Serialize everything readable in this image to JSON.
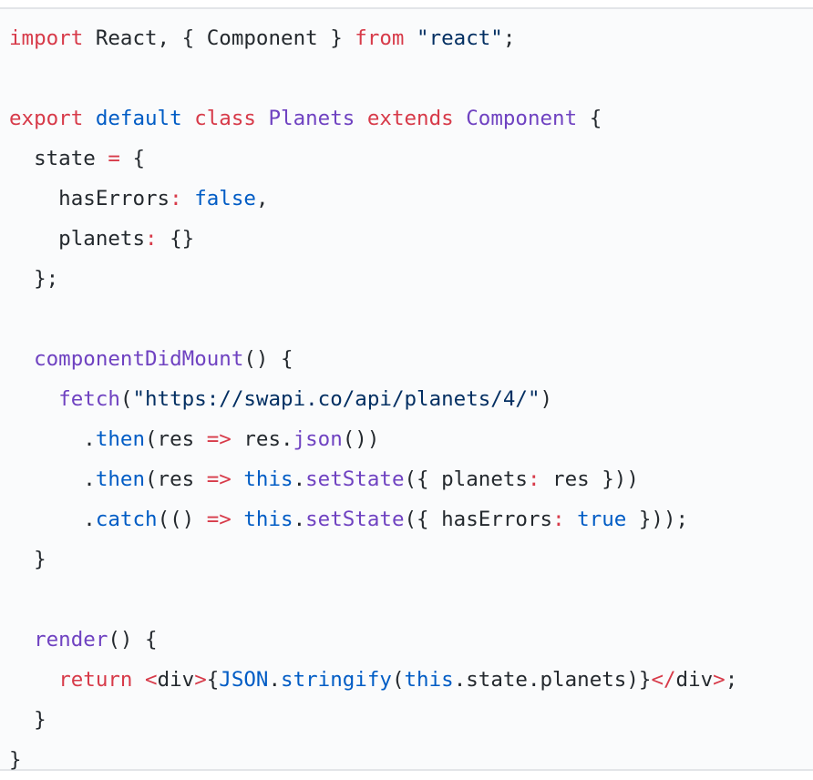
{
  "colors": {
    "background": "#fafbfc",
    "border": "#e3e5e8",
    "text": "#24292e",
    "keyword": "#d73a49",
    "builtin": "#005cc5",
    "function": "#6f42c1",
    "string": "#032f62"
  },
  "code": {
    "lines": [
      [
        {
          "t": "import",
          "k": "keyword"
        },
        {
          "t": " React, { Component } ",
          "k": "plain"
        },
        {
          "t": "from",
          "k": "keyword"
        },
        {
          "t": " ",
          "k": "plain"
        },
        {
          "t": "\"react\"",
          "k": "string"
        },
        {
          "t": ";",
          "k": "plain"
        }
      ],
      [],
      [
        {
          "t": "export",
          "k": "keyword"
        },
        {
          "t": " ",
          "k": "plain"
        },
        {
          "t": "default",
          "k": "def"
        },
        {
          "t": " ",
          "k": "plain"
        },
        {
          "t": "class",
          "k": "keyword"
        },
        {
          "t": " ",
          "k": "plain"
        },
        {
          "t": "Planets",
          "k": "type"
        },
        {
          "t": " ",
          "k": "plain"
        },
        {
          "t": "extends",
          "k": "keyword"
        },
        {
          "t": " ",
          "k": "plain"
        },
        {
          "t": "Component",
          "k": "type"
        },
        {
          "t": " {",
          "k": "plain"
        }
      ],
      [
        {
          "t": "  state ",
          "k": "plain"
        },
        {
          "t": "=",
          "k": "op"
        },
        {
          "t": " {",
          "k": "plain"
        }
      ],
      [
        {
          "t": "    hasErrors",
          "k": "plain"
        },
        {
          "t": ":",
          "k": "op"
        },
        {
          "t": " ",
          "k": "plain"
        },
        {
          "t": "false",
          "k": "bool"
        },
        {
          "t": ",",
          "k": "plain"
        }
      ],
      [
        {
          "t": "    planets",
          "k": "plain"
        },
        {
          "t": ":",
          "k": "op"
        },
        {
          "t": " {}",
          "k": "plain"
        }
      ],
      [
        {
          "t": "  };",
          "k": "plain"
        }
      ],
      [],
      [
        {
          "t": "  ",
          "k": "plain"
        },
        {
          "t": "componentDidMount",
          "k": "fn"
        },
        {
          "t": "() {",
          "k": "plain"
        }
      ],
      [
        {
          "t": "    ",
          "k": "plain"
        },
        {
          "t": "fetch",
          "k": "fn"
        },
        {
          "t": "(",
          "k": "plain"
        },
        {
          "t": "\"https://swapi.co/api/planets/4/\"",
          "k": "string"
        },
        {
          "t": ")",
          "k": "plain"
        }
      ],
      [
        {
          "t": "      .",
          "k": "plain"
        },
        {
          "t": "then",
          "k": "method"
        },
        {
          "t": "(res ",
          "k": "plain"
        },
        {
          "t": "=>",
          "k": "op"
        },
        {
          "t": " res.",
          "k": "plain"
        },
        {
          "t": "json",
          "k": "fn"
        },
        {
          "t": "())",
          "k": "plain"
        }
      ],
      [
        {
          "t": "      .",
          "k": "plain"
        },
        {
          "t": "then",
          "k": "method"
        },
        {
          "t": "(res ",
          "k": "plain"
        },
        {
          "t": "=>",
          "k": "op"
        },
        {
          "t": " ",
          "k": "plain"
        },
        {
          "t": "this",
          "k": "def"
        },
        {
          "t": ".",
          "k": "plain"
        },
        {
          "t": "setState",
          "k": "fn"
        },
        {
          "t": "({ planets",
          "k": "plain"
        },
        {
          "t": ":",
          "k": "op"
        },
        {
          "t": " res }))",
          "k": "plain"
        }
      ],
      [
        {
          "t": "      .",
          "k": "plain"
        },
        {
          "t": "catch",
          "k": "method"
        },
        {
          "t": "(() ",
          "k": "plain"
        },
        {
          "t": "=>",
          "k": "op"
        },
        {
          "t": " ",
          "k": "plain"
        },
        {
          "t": "this",
          "k": "def"
        },
        {
          "t": ".",
          "k": "plain"
        },
        {
          "t": "setState",
          "k": "fn"
        },
        {
          "t": "({ hasErrors",
          "k": "plain"
        },
        {
          "t": ":",
          "k": "op"
        },
        {
          "t": " ",
          "k": "plain"
        },
        {
          "t": "true",
          "k": "bool"
        },
        {
          "t": " }));",
          "k": "plain"
        }
      ],
      [
        {
          "t": "  }",
          "k": "plain"
        }
      ],
      [],
      [
        {
          "t": "  ",
          "k": "plain"
        },
        {
          "t": "render",
          "k": "fn"
        },
        {
          "t": "() {",
          "k": "plain"
        }
      ],
      [
        {
          "t": "    ",
          "k": "plain"
        },
        {
          "t": "return",
          "k": "keyword"
        },
        {
          "t": " ",
          "k": "plain"
        },
        {
          "t": "<",
          "k": "op"
        },
        {
          "t": "div",
          "k": "plain"
        },
        {
          "t": ">",
          "k": "op"
        },
        {
          "t": "{",
          "k": "plain"
        },
        {
          "t": "JSON",
          "k": "def"
        },
        {
          "t": ".",
          "k": "plain"
        },
        {
          "t": "stringify",
          "k": "method"
        },
        {
          "t": "(",
          "k": "plain"
        },
        {
          "t": "this",
          "k": "def"
        },
        {
          "t": ".state.planets)}",
          "k": "plain"
        },
        {
          "t": "</",
          "k": "op"
        },
        {
          "t": "div",
          "k": "plain"
        },
        {
          "t": ">",
          "k": "op"
        },
        {
          "t": ";",
          "k": "plain"
        }
      ],
      [
        {
          "t": "  }",
          "k": "plain"
        }
      ],
      [
        {
          "t": "}",
          "k": "plain"
        }
      ]
    ]
  }
}
